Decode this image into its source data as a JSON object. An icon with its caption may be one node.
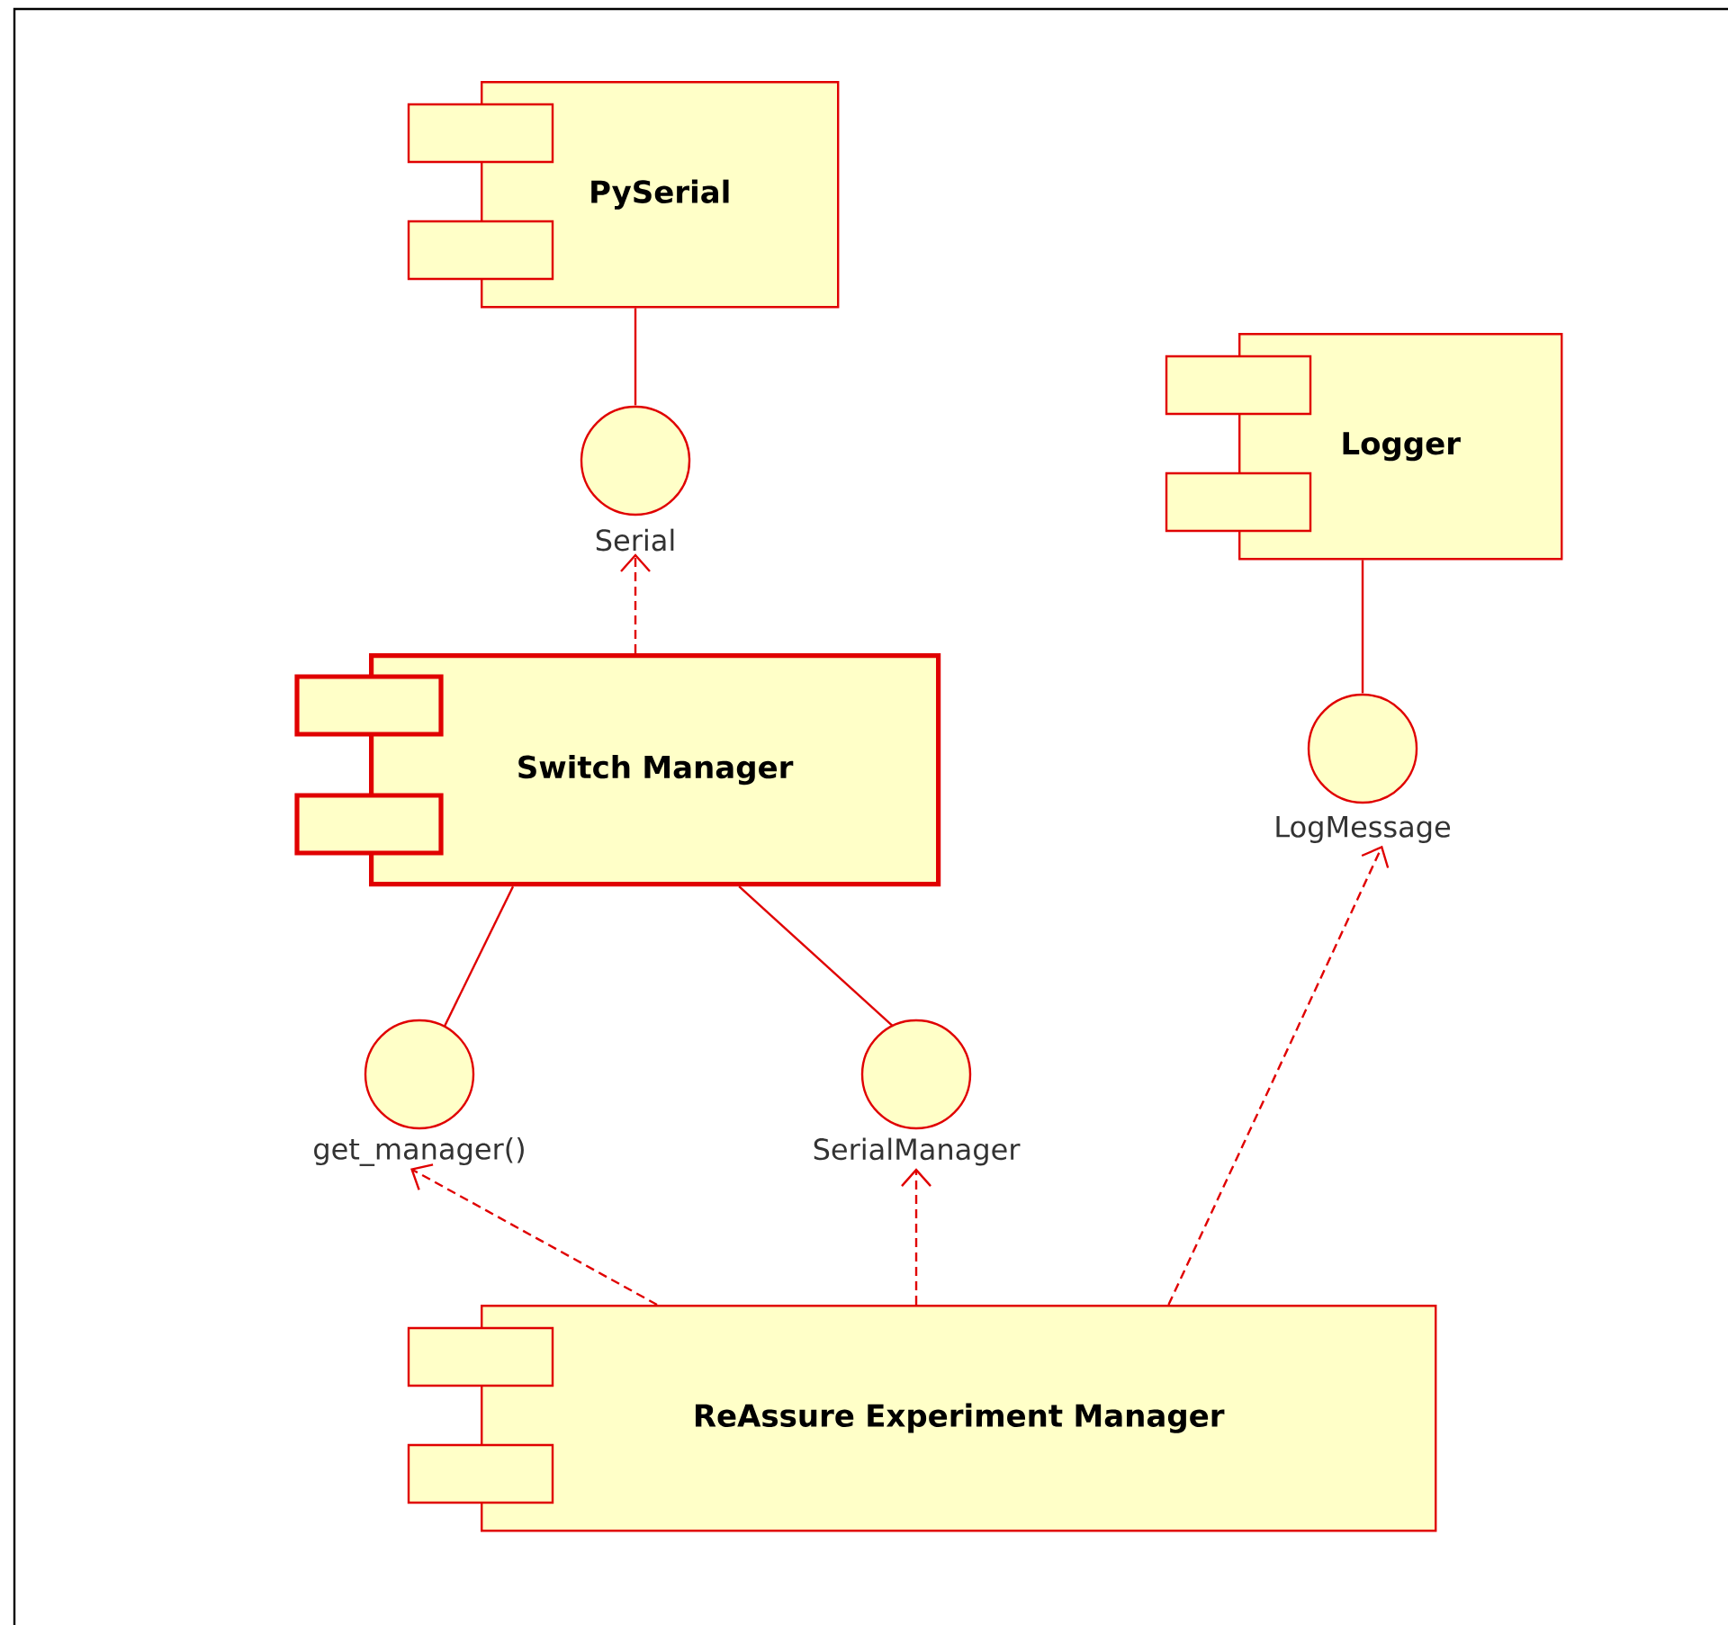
{
  "diagram": {
    "nodes": [
      {
        "text": [
          "PySerial"
        ]
      },
      {
        "text": [
          "Serial"
        ]
      },
      {
        "text": [
          "Logger"
        ]
      },
      {
        "text": [
          "LogMessage"
        ]
      },
      {
        "text": [
          "Switch Manager"
        ]
      },
      {
        "text": [
          "get_manager()"
        ]
      },
      {
        "text": [
          "SerialManager"
        ]
      },
      {
        "text": [
          "ReAssure Experiment Manager"
        ]
      }
    ],
    "edges": [
      {
        "from": 0,
        "to": 1,
        "arrow": "none"
      },
      {
        "from": 2,
        "to": 3,
        "arrow": "none"
      },
      {
        "from": 4,
        "to": 1,
        "arrow": "to",
        "style": "dashed"
      },
      {
        "from": 4,
        "to": 5,
        "arrow": "none"
      },
      {
        "from": 4,
        "to": 6,
        "arrow": "none"
      },
      {
        "from": 7,
        "to": 5,
        "arrow": "to",
        "style": "dashed"
      },
      {
        "from": 7,
        "to": 6,
        "arrow": "to",
        "style": "dashed"
      },
      {
        "from": 7,
        "to": 3,
        "arrow": "to",
        "style": "dashed"
      }
    ]
  }
}
